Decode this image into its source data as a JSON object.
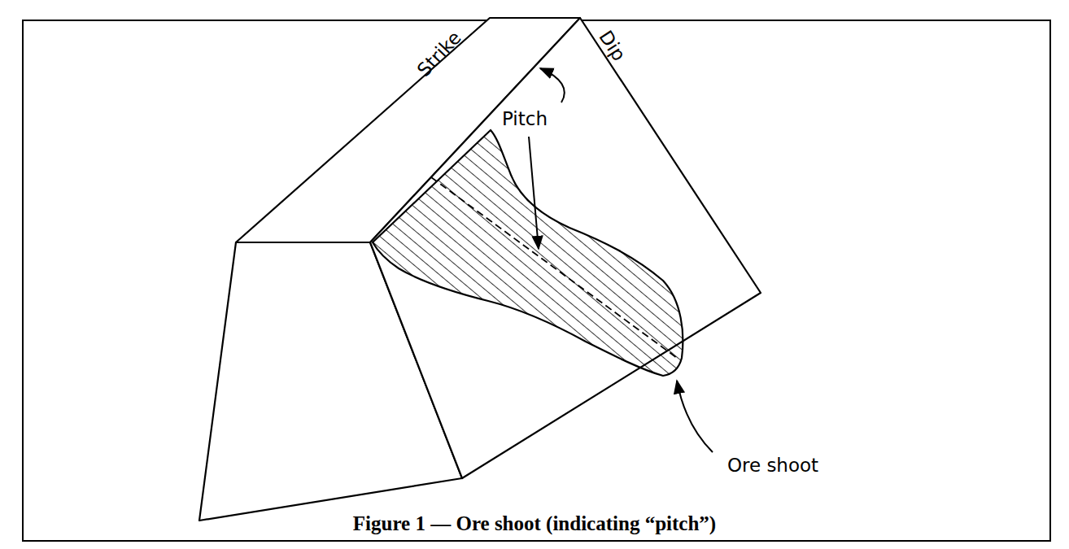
{
  "diagram": {
    "caption": "Figure 1 — Ore shoot (indicating “pitch”)",
    "labels": [
      "Strike",
      "Dip",
      "Pitch",
      "Ore shoot"
    ]
  }
}
